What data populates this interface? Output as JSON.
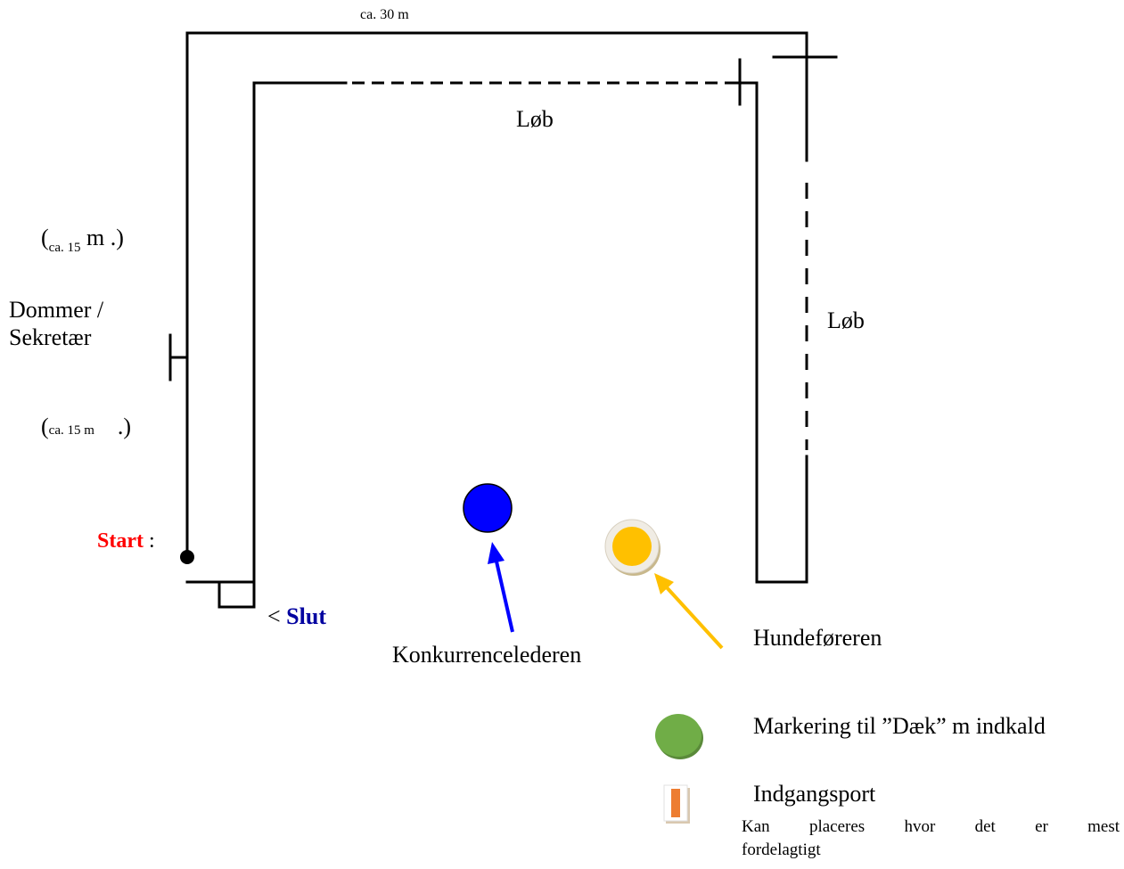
{
  "colors": {
    "line": "#000000",
    "leader": "#0000ff",
    "handler": "#ffc000",
    "handler_ring": "#e0d8c0",
    "marker": "#70ad47",
    "gate": "#ed7d31",
    "start_text": "#ff0000",
    "end_text": "#0000a0"
  },
  "labels": {
    "top_width": "ca. 30 m",
    "run_top": "Løb",
    "run_right": "Løb",
    "upper_open": "(",
    "upper_small": "ca. 15",
    "upper_unit": " m",
    "upper_close": " .)",
    "judge_line1": "Dommer /",
    "judge_line2": "Sekretær",
    "lower_open": "(",
    "lower_small": "ca. 15 m",
    "lower_close": "    .)",
    "start_word": "Start",
    "start_colon": " :",
    "end_arrow": "< ",
    "end_word": "Slut"
  },
  "legend": {
    "leader": "Konkurrencelederen",
    "handler": "Hundeføreren",
    "marker": "Markering til ”Dæk” m indkald",
    "gate_title": "Indgangsport",
    "gate_note": "Kan placeres hvor det er mest",
    "gate_note2": "fordelagtigt"
  },
  "icons": {
    "leader": "blue-circle-icon",
    "handler": "yellow-circle-icon",
    "marker": "green-ellipse-icon",
    "gate": "gate-icon"
  }
}
